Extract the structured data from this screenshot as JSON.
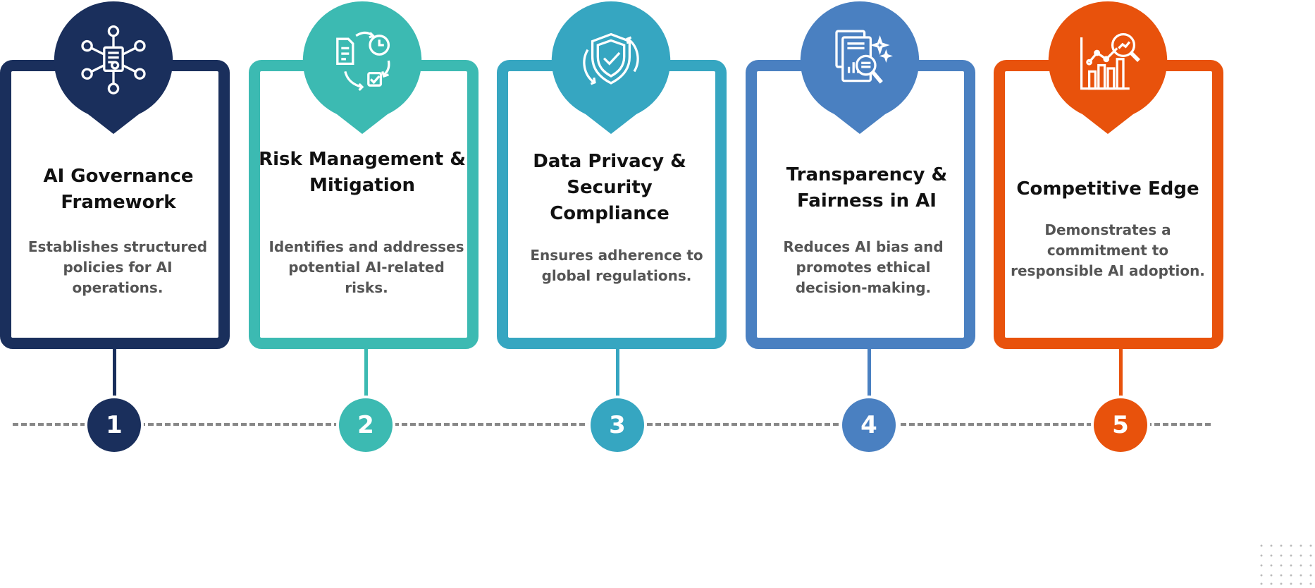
{
  "steps": [
    {
      "number": "1",
      "title": "AI Governance Framework",
      "description": "Establishes structured policies for AI operations.",
      "color": "#1a2f5c",
      "icon": "governance-network-icon"
    },
    {
      "number": "2",
      "title": "Risk Management & Mitigation",
      "description": "Identifies and addresses potential AI-related risks.",
      "color": "#3cbab2",
      "icon": "risk-cycle-icon"
    },
    {
      "number": "3",
      "title": "Data Privacy & Security Compliance",
      "description": "Ensures adherence to global regulations.",
      "color": "#36a6c1",
      "icon": "shield-check-icon"
    },
    {
      "number": "4",
      "title": "Transparency & Fairness in AI",
      "description": "Reduces AI bias and promotes ethical decision-making.",
      "color": "#4a80c1",
      "icon": "report-magnifier-icon"
    },
    {
      "number": "5",
      "title": "Competitive Edge",
      "description": "Demonstrates a commitment to responsible AI adoption.",
      "color": "#e8520c",
      "icon": "growth-chart-icon"
    }
  ]
}
